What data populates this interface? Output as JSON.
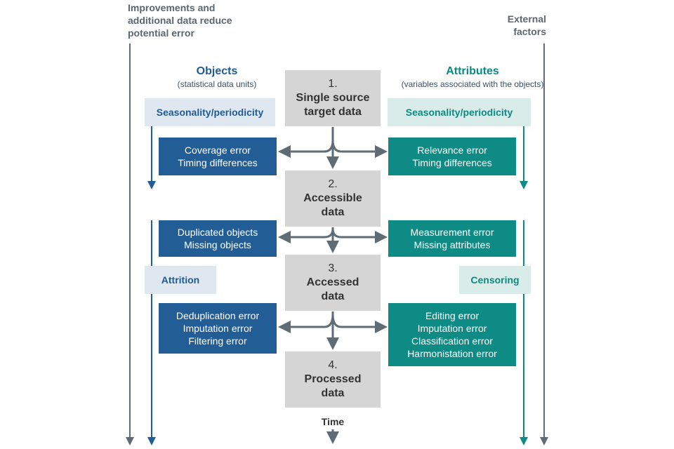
{
  "notes": {
    "left": [
      "Improvements and",
      "additional data reduce",
      "potential error"
    ],
    "right": [
      "External",
      "factors"
    ]
  },
  "objects": {
    "title": "Objects",
    "subtitle": "(statistical data units)",
    "seasonality": "Seasonality/periodicity",
    "attrition": "Attrition",
    "boxes": [
      [
        "Coverage error",
        "Timing differences"
      ],
      [
        "Duplicated objects",
        "Missing objects"
      ],
      [
        "Deduplication error",
        "Imputation error",
        "Filtering error"
      ]
    ]
  },
  "attributes": {
    "title": "Attributes",
    "subtitle": "(variables associated with the objects)",
    "seasonality": "Seasonality/periodicity",
    "censoring": "Censoring",
    "boxes": [
      [
        "Relevance error",
        "Timing differences"
      ],
      [
        "Measurement error",
        "Missing attributes"
      ],
      [
        "Editing error",
        "Imputation error",
        "Classification error",
        "Harmonistation error"
      ]
    ]
  },
  "stages": [
    {
      "num": "1.",
      "lines": [
        "Single source",
        "target data"
      ]
    },
    {
      "num": "2.",
      "lines": [
        "Accessible",
        "data"
      ]
    },
    {
      "num": "3.",
      "lines": [
        "Accessed",
        "data"
      ]
    },
    {
      "num": "4.",
      "lines": [
        "Processed",
        "data"
      ]
    }
  ],
  "time_label": "Time",
  "colors": {
    "blue": "#225d96",
    "teal": "#0e8b84",
    "blue_light": "#dfe7f1",
    "teal_light": "#d9ecea",
    "gray_box": "#d5d5d5",
    "gray_arrow": "#5f6b75"
  }
}
